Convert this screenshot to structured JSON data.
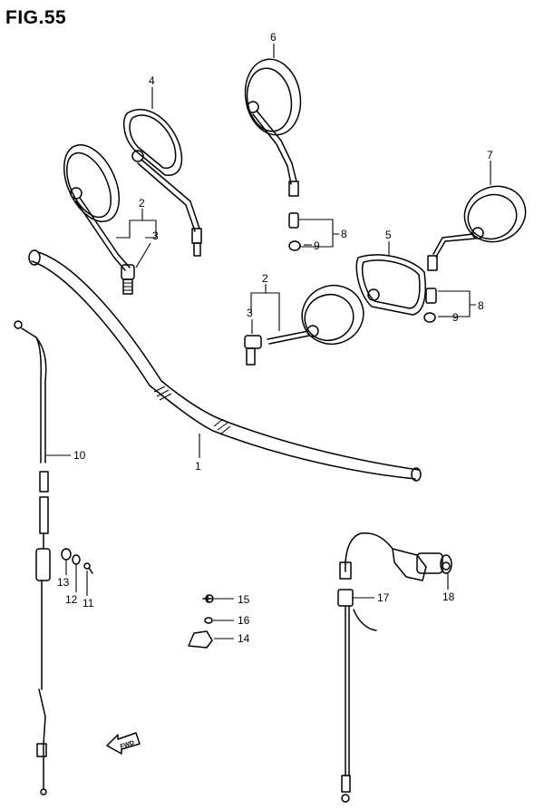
{
  "figure": {
    "title": "FIG.55",
    "fwd_label": "FWD"
  },
  "callouts": {
    "c1": "1",
    "c2a": "2",
    "c2b": "2",
    "c3a": "3",
    "c3b": "3",
    "c4": "4",
    "c5": "5",
    "c6": "6",
    "c7": "7",
    "c8a": "8",
    "c8b": "8",
    "c9a": "9",
    "c9b": "9",
    "c10": "10",
    "c11": "11",
    "c12": "12",
    "c13": "13",
    "c14": "14",
    "c15": "15",
    "c16": "16",
    "c17": "17",
    "c18": "18"
  }
}
